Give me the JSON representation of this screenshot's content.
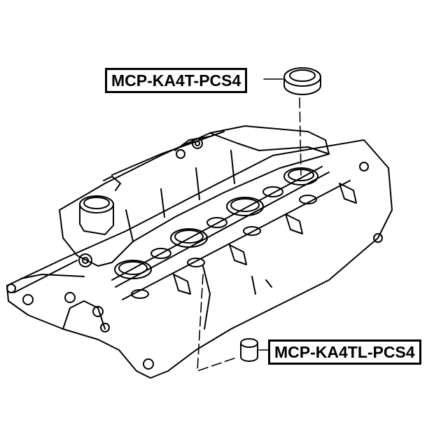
{
  "labels": {
    "top_part_number": "MCP-KA4T-PCS4",
    "bottom_part_number": "MCP-KA4TL-PCS4"
  },
  "colors": {
    "line": "#000000",
    "background": "#ffffff"
  },
  "parts": [
    {
      "name": "valve-cover",
      "icon": "valve-cover-icon"
    },
    {
      "name": "spark-plug-tube-seal",
      "icon": "seal-ring-icon"
    },
    {
      "name": "plug-seal",
      "icon": "plug-icon"
    }
  ]
}
